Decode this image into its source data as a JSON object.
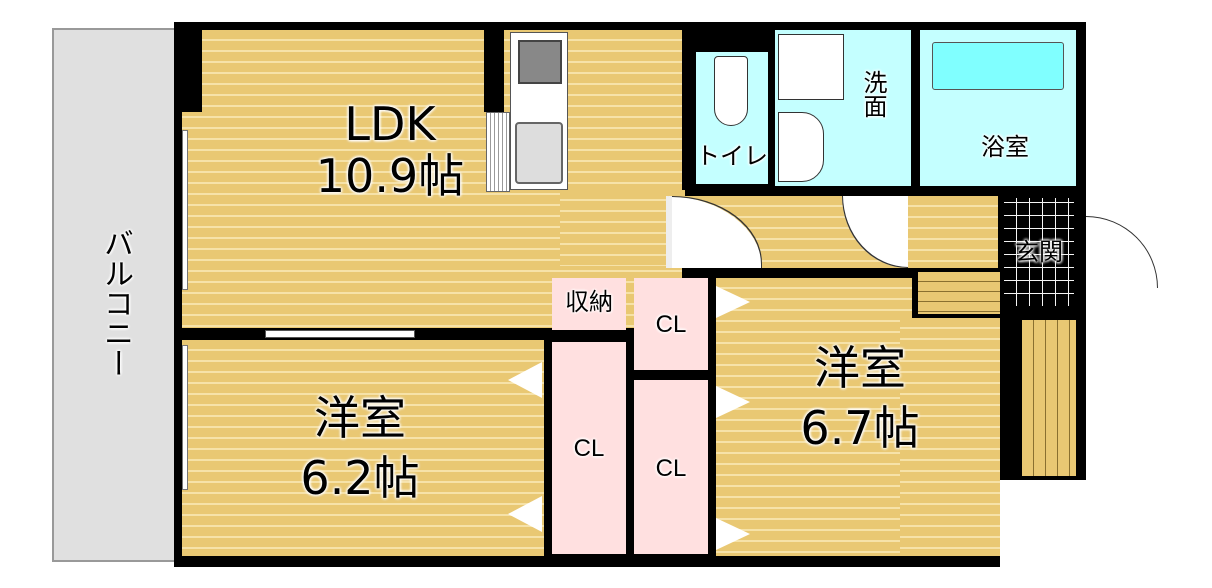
{
  "rooms": {
    "ldk": {
      "name": "LDK",
      "size": "10.9帖"
    },
    "western_left": {
      "name": "洋室",
      "size": "6.2帖"
    },
    "western_right": {
      "name": "洋室",
      "size": "6.7帖"
    },
    "toilet": "トイレ",
    "washroom": "洗面",
    "bathroom": "浴室",
    "entrance": "玄関",
    "storage": "収納",
    "closets": [
      "CL",
      "CL",
      "CL"
    ],
    "balcony": "バルコニー"
  },
  "colors": {
    "floor": "#e9c873",
    "wet": "#c4ffff",
    "closet": "#ffe0e0",
    "balcony": "#e0e0e0"
  }
}
